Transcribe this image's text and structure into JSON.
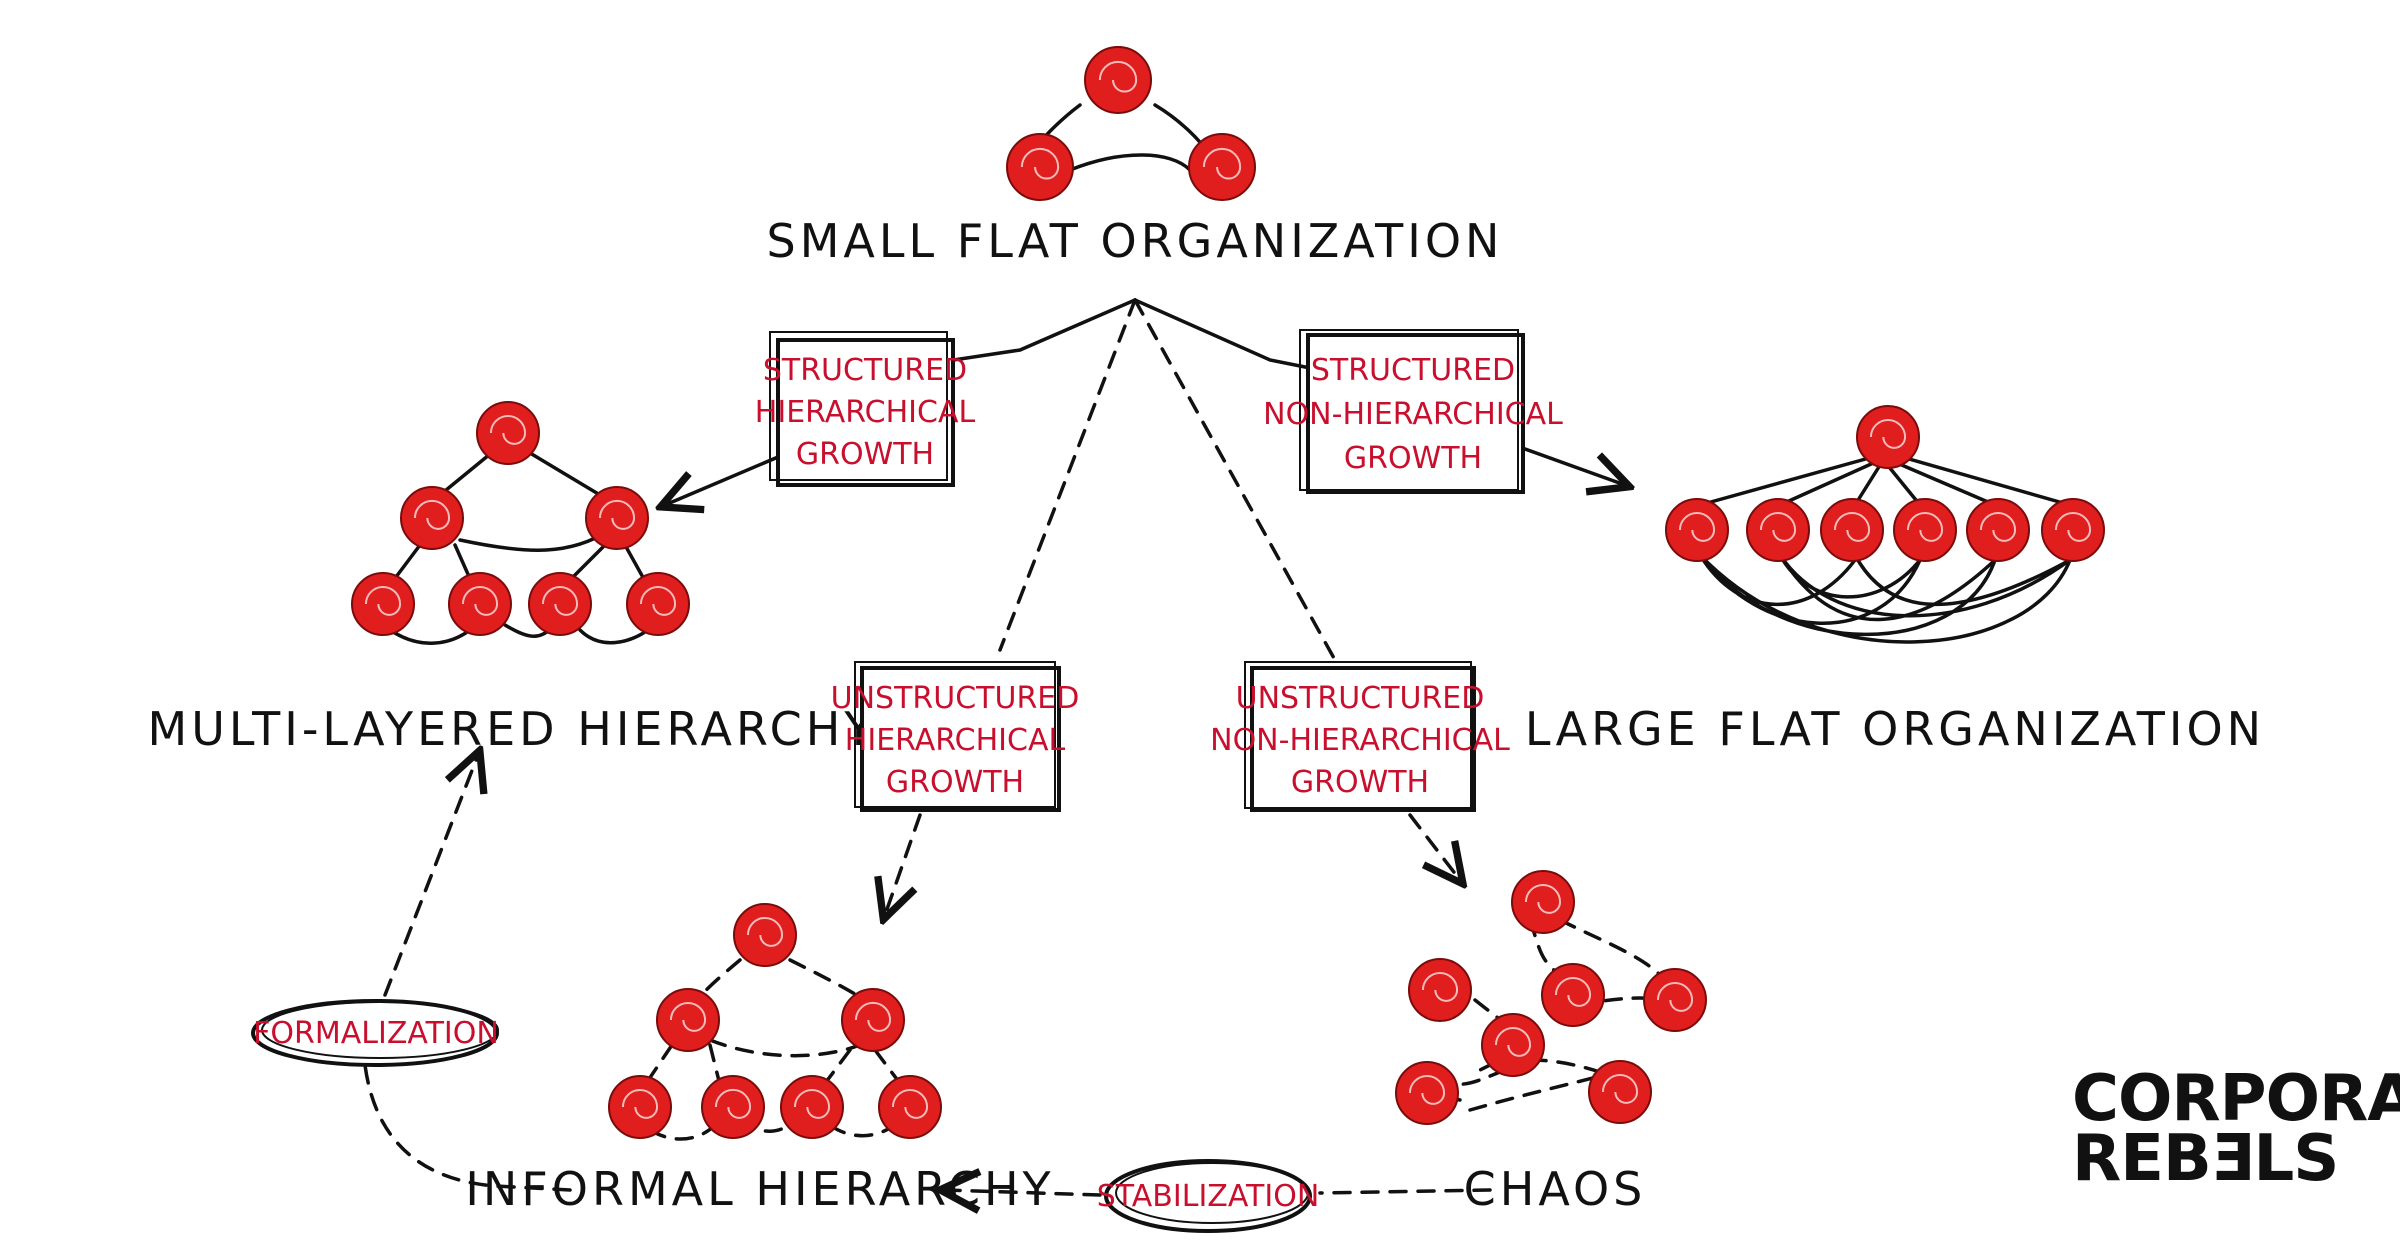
{
  "colors": {
    "accent": "#e01e1e",
    "label_red": "#c8102e",
    "ink": "#111111"
  },
  "titles": {
    "small_flat": "SMALL FLAT ORGANIZATION",
    "multi_layered": "MULTI-LAYERED HIERARCHY",
    "large_flat": "LARGE FLAT ORGANIZATION",
    "informal": "INFORMAL HIERARCHY",
    "chaos": "CHAOS"
  },
  "boxes": {
    "structured_hier": [
      "STRUCTURED",
      "HIERARCHICAL",
      "GROWTH"
    ],
    "structured_nonhier": [
      "STRUCTURED",
      "NON-HIERARCHICAL",
      "GROWTH"
    ],
    "unstructured_hier": [
      "UNSTRUCTURED",
      "HIERARCHICAL",
      "GROWTH"
    ],
    "unstructured_nonhier": [
      "UNSTRUCTURED",
      "NON-HIERARCHICAL",
      "GROWTH"
    ]
  },
  "pills": {
    "formalization": "FORMALIZATION",
    "stabilization": "STABILIZATION"
  },
  "logo": {
    "line1": "CORPORATE",
    "line2": "REBƎLS"
  }
}
